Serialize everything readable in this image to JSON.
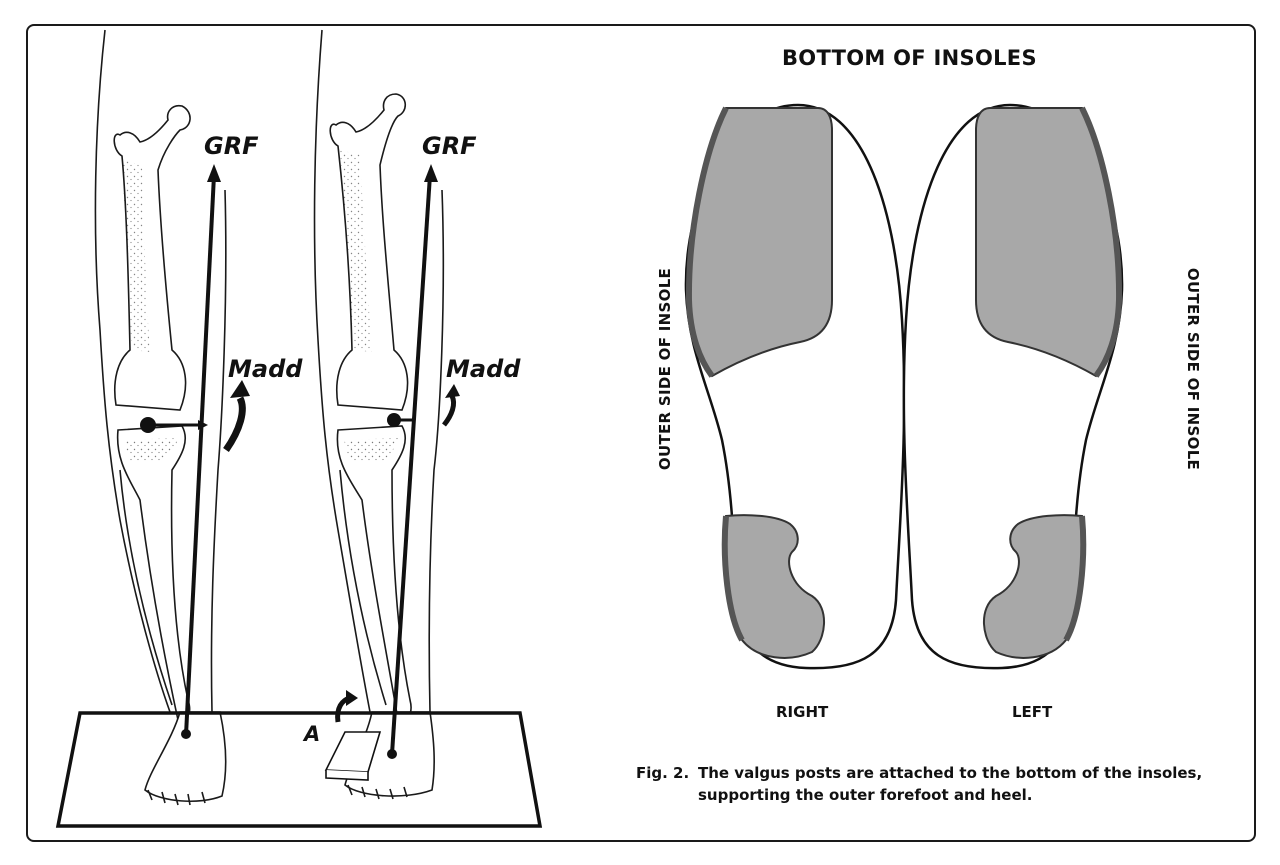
{
  "left_panel": {
    "grf_label": "GRF",
    "madd_label": "Madd",
    "a_label": "A"
  },
  "right_panel": {
    "title": "BOTTOM OF INSOLES",
    "side_label_left": "OUTER SIDE OF INSOLE",
    "side_label_right": "OUTER SIDE OF INSOLE",
    "foot_right": "RIGHT",
    "foot_left": "LEFT",
    "caption_number": "Fig. 2.",
    "caption_line1": "The valgus posts are attached to the bottom of the insoles,",
    "caption_line2": "supporting the outer forefoot and heel."
  },
  "colors": {
    "ink": "#1a1a1a",
    "post_fill": "#a8a8a8",
    "post_edge": "#555555",
    "paper": "#ffffff"
  }
}
